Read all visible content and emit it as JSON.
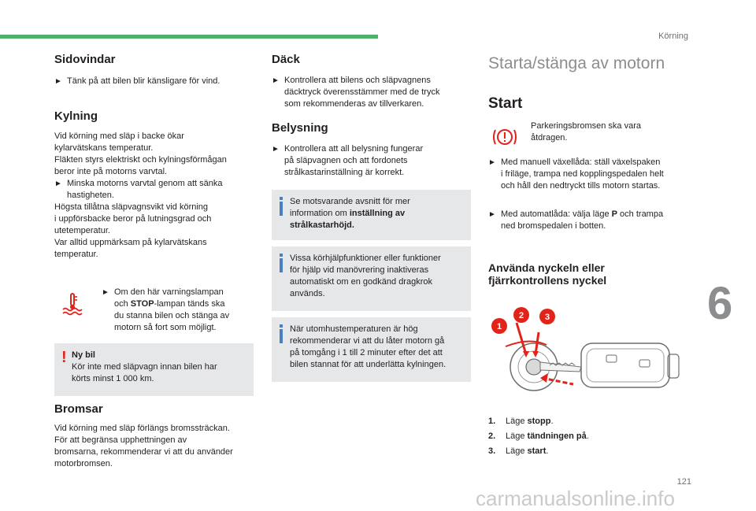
{
  "header": {
    "section": "Körning",
    "chapter": "6",
    "page": "121"
  },
  "col1": {
    "sidovindar": {
      "title": "Sidovindar",
      "bullet": "Tänk på att bilen blir känsligare för vind."
    },
    "kylning": {
      "title": "Kylning",
      "lines": [
        "Vid körning med släp i backe ökar",
        "kylarvätskans temperatur.",
        "Fläkten styrs elektriskt och kylningsförmågan",
        "beror inte på motorns varvtal."
      ],
      "bullet_l1": "Minska motorns varvtal genom att sänka",
      "bullet_l2": "hastigheten.",
      "lines2": [
        "Högsta tillåtna släpvagnsvikt vid körning",
        "i uppförsbacke beror på lutningsgrad och",
        "utetemperatur.",
        "Var alltid uppmärksam på kylarvätskans",
        "temperatur."
      ],
      "warning_lines": [
        "Om den här varningslampan",
        "och STOP-lampan tänds ska",
        "du stanna bilen och stänga av",
        "motorn så fort som möjligt."
      ]
    },
    "note": {
      "title": "Ny bil",
      "lines": [
        "Kör inte med släpvagn innan bilen har",
        "körts minst 1 000 km."
      ]
    },
    "bromsar": {
      "title": "Bromsar",
      "lines": [
        "Vid körning med släp förlängs bromssträckan.",
        "För att begränsa upphettningen av",
        "bromsarna, rekommenderar vi att du använder",
        "motorbromsen."
      ]
    }
  },
  "col2": {
    "dack": {
      "title": "Däck",
      "lines": [
        "Kontrollera att bilens och släpvagnens",
        "däcktryck överensstämmer med de tryck",
        "som rekommenderas av tillverkaren."
      ]
    },
    "belysning": {
      "title": "Belysning",
      "lines": [
        "Kontrollera att all belysning fungerar",
        "på släpvagnen och att fordonets",
        "strålkastarinställning är korrekt."
      ]
    },
    "info1": {
      "l1": "Se motsvarande avsnitt för mer",
      "l2_pre": "information om ",
      "l2_bold": "inställning av",
      "l3_bold": "strålkastarhöjd."
    },
    "info2": {
      "lines": [
        "Vissa körhjälpfunktioner eller funktioner",
        "för hjälp vid manövrering inaktiveras",
        "automatiskt om en godkänd dragkrok",
        "används."
      ]
    },
    "info3": {
      "lines": [
        "När utomhustemperaturen är hög",
        "rekommenderar vi att du låter motorn gå",
        "på tomgång i 1 till 2 minuter efter det att",
        "bilen stannat för att underlätta kylningen."
      ]
    }
  },
  "col3": {
    "title": "Starta/stänga av motorn",
    "start_title": "Start",
    "parking_lines": [
      "Parkeringsbromsen ska vara",
      "åtdragen."
    ],
    "manual_lines": [
      "Med manuell växellåda: ställ växelspaken",
      "i friläge, trampa ned kopplingspedalen helt",
      "och håll den nedtryckt tills motorn startas."
    ],
    "auto_l1_pre": "Med automatlåda: välja läge ",
    "auto_l1_bold": "P",
    "auto_l1_post": " och trampa",
    "auto_l2": "ned bromspedalen i botten.",
    "key_title_l1": "Använda nyckeln eller",
    "key_title_l2": "fjärrkontrollens nyckel",
    "callouts": [
      "1",
      "2",
      "3"
    ],
    "positions": [
      {
        "num": "1.",
        "pre": "Läge ",
        "bold": "stopp",
        "post": "."
      },
      {
        "num": "2.",
        "pre": "Läge ",
        "bold": "tändningen på",
        "post": "."
      },
      {
        "num": "3.",
        "pre": "Läge ",
        "bold": "start",
        "post": "."
      }
    ]
  },
  "watermark": "carmanualsonline.info",
  "colors": {
    "accent_green": "#4fb26b",
    "warning_red": "#e2231a",
    "info_blue": "#4a7fc1",
    "box_gray": "#e6e7e8"
  }
}
